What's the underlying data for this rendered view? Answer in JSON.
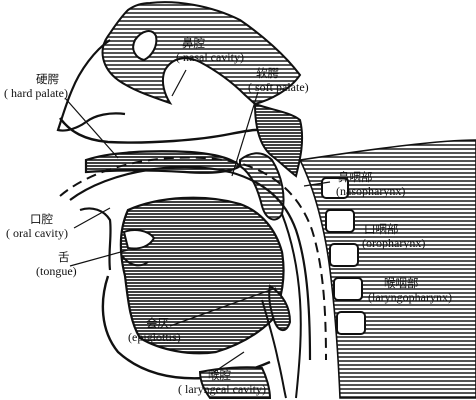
{
  "labels": {
    "nasal_cavity": {
      "zh": "鼻腔",
      "en": "( nasal cavity)"
    },
    "hard_palate": {
      "zh": "硬腭",
      "en": "( hard palate)"
    },
    "soft_palate": {
      "zh": "软腭",
      "en": "( soft palate)"
    },
    "nasopharynx": {
      "zh": "鼻咽部",
      "en": "(nasopharynx)"
    },
    "oral_cavity": {
      "zh": "口腔",
      "en": "( oral cavity)"
    },
    "oropharynx": {
      "zh": "口咽部",
      "en": "(oropharynx)"
    },
    "tongue": {
      "zh": "舌",
      "en": "(tongue)"
    },
    "laryngopharynx": {
      "zh": "喉咽部",
      "en": "(laryngopharynx)"
    },
    "epiglottis": {
      "zh": "会厌",
      "en": "(epiglottis)"
    },
    "laryngeal_cavity": {
      "zh": "喉腔",
      "en": "( laryngeal cavity)"
    }
  }
}
